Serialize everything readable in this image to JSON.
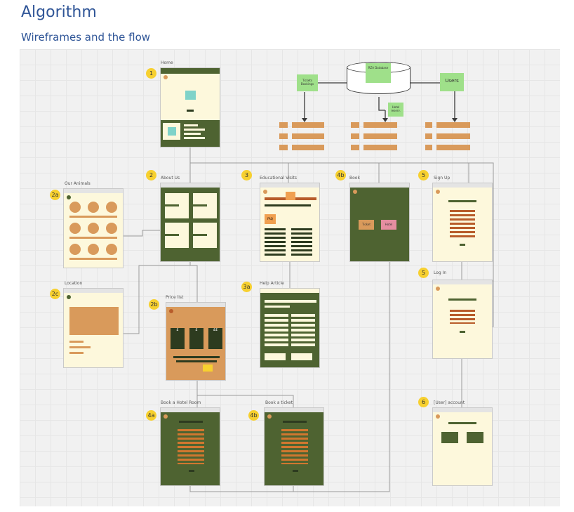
{
  "page": {
    "title": "Algorithm",
    "subtitle": "Wireframes and the flow"
  },
  "colors": {
    "cream": "#fdf8dc",
    "green": "#4e6331",
    "dark": "#2d3b1f",
    "orange": "#d99a5b",
    "rust": "#b85c2a",
    "sticky_green": "#9fe08a",
    "badge": "#f7d02f"
  },
  "screens": [
    {
      "id": "home",
      "badge": "1",
      "label": "Home"
    },
    {
      "id": "about",
      "badge": "2",
      "label": "About Us"
    },
    {
      "id": "animals",
      "badge": "2a",
      "label": "Our Animals"
    },
    {
      "id": "location",
      "badge": "2c",
      "label": "Location"
    },
    {
      "id": "price",
      "badge": "2b",
      "label": "Price list"
    },
    {
      "id": "visits",
      "badge": "3",
      "label": "Educational Visits"
    },
    {
      "id": "help",
      "badge": "3a",
      "label": "Help Article"
    },
    {
      "id": "book",
      "badge": "4b",
      "label": "Book"
    },
    {
      "id": "signup",
      "badge": "5",
      "label": "Sign Up"
    },
    {
      "id": "login",
      "badge": "5",
      "label": "Log In"
    },
    {
      "id": "hotel",
      "badge": "4a",
      "label": "Book a Hotel Room"
    },
    {
      "id": "ticket",
      "badge": "4b",
      "label": "Book a ticket"
    },
    {
      "id": "account",
      "badge": "6",
      "label": "[User] account"
    }
  ],
  "database": {
    "name": "RZA Database",
    "tickets": "Tickets Bookings",
    "users": "Users",
    "hotel": "Hotel reserv."
  },
  "book_buttons": {
    "ticket": "Ticket",
    "hotel": "Hotel"
  },
  "prices": [
    "£",
    "£",
    "££"
  ],
  "faq": "FAQ"
}
